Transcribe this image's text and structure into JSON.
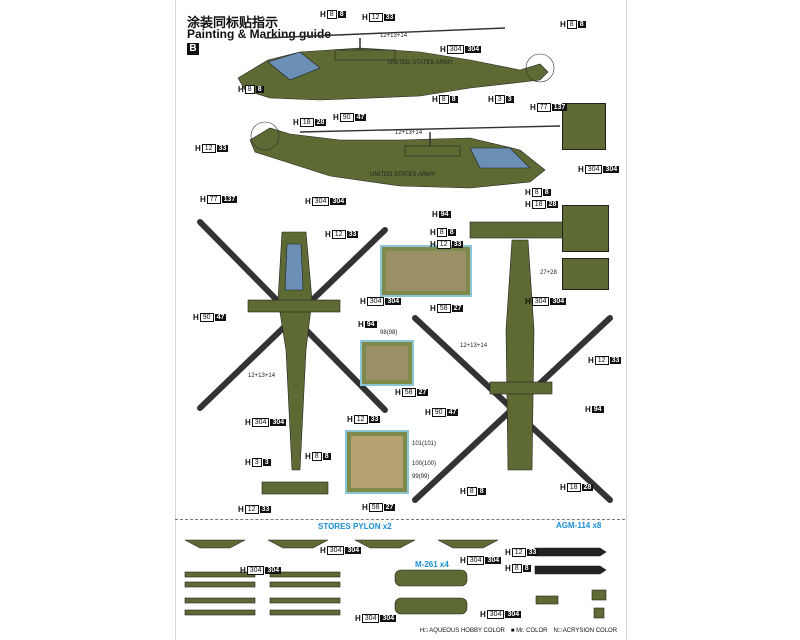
{
  "header": {
    "title_cn": "涂装同标贴指示",
    "title_en": "Painting & Marking guide",
    "section_badge": "B"
  },
  "colors": {
    "olive_drab": "#5e6a34",
    "olive_light": "#7f8a4a",
    "accent_blue": "#1a8fd6",
    "inset_border": "#8cc6d6"
  },
  "paint_codes": {
    "h8_8": {
      "h": "H",
      "hobby": "8",
      "mr": "8"
    },
    "h12_33": {
      "h": "H",
      "hobby": "12",
      "mr": "33"
    },
    "h304_304": {
      "h": "H",
      "hobby": "304",
      "mr": "304"
    },
    "h3_3": {
      "h": "H",
      "hobby": "3",
      "mr": "3"
    },
    "h77_137": {
      "h": "H",
      "hobby": "77",
      "mr": "137"
    },
    "h18_28": {
      "h": "H",
      "hobby": "18",
      "mr": "28"
    },
    "h90_47": {
      "h": "H",
      "hobby": "90",
      "mr": "47"
    },
    "h94_94": {
      "h": "H",
      "hobby": "94",
      "mr": "94"
    },
    "h58_27": {
      "h": "H",
      "hobby": "58",
      "mr": "27"
    }
  },
  "labels": {
    "stores_pylon": "STORES PYLON x2",
    "agm114": "AGM-114 x8",
    "m261": "M-261 x4",
    "callout_12_13_14": "12+13+14",
    "callout_98_98": "98(98)",
    "callout_101": "101(101)",
    "callout_100": "100(100)",
    "callout_99": "99(99)",
    "callout_27_28": "27+28",
    "us_army": "UNITED STATES ARMY"
  },
  "legend": {
    "hobby": "H□ AQUEOUS HOBBY COLOR",
    "mr": "■ Mr. COLOR",
    "acrysion": "N□ ACRYSION COLOR"
  }
}
